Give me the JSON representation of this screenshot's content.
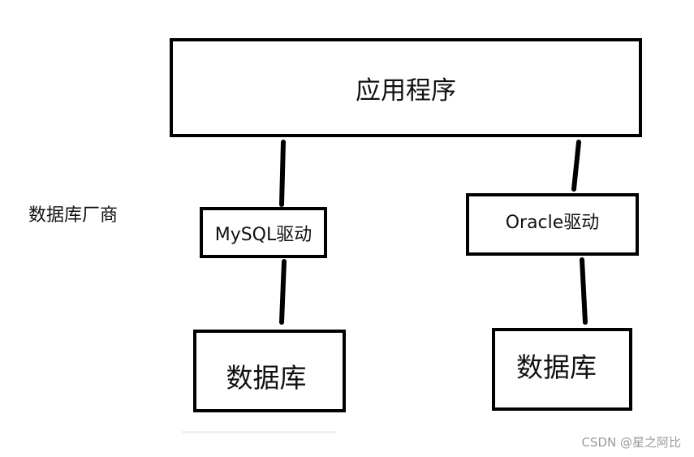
{
  "labels": {
    "application": "应用程序",
    "mysql_driver": "MySQL驱动",
    "oracle_driver": "Oracle驱动",
    "database_left": "数据库",
    "database_right": "数据库",
    "vendor": "数据库厂商"
  },
  "watermark": "CSDN @星之阿比",
  "colors": {
    "stroke": "#000000",
    "background": "#ffffff",
    "watermark": "#9a9a9a"
  }
}
